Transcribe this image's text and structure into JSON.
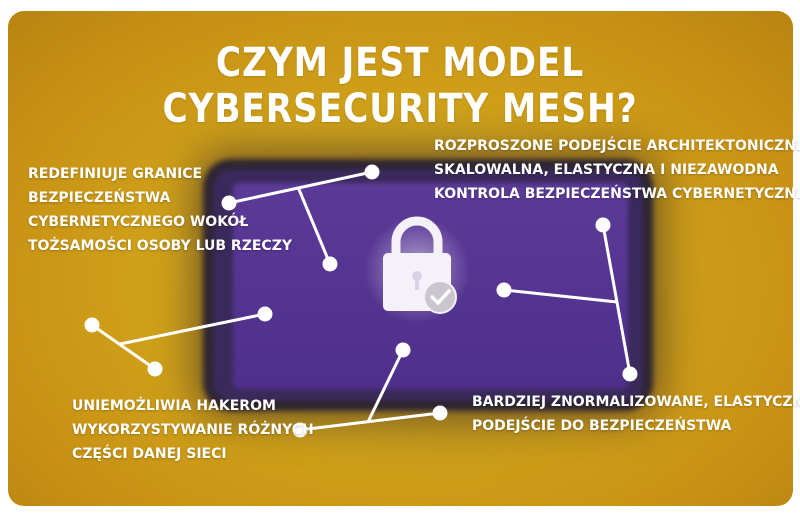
{
  "title": "CZYM JEST MODEL CYBERSECURITY MESH?",
  "labels": {
    "top_left": [
      "REDEFINIUJE GRANICE",
      "BEZPIECZEŃSTWA",
      "CYBERNETYCZNEGO WOKÓŁ",
      "TOŻSAMOŚCI OSOBY LUB RZECZY"
    ],
    "top_right": [
      "ROZPROSZONE PODEJŚCIE ARCHITEKTONICZNE =",
      "SKALOWALNA, ELASTYCZNA I NIEZAWODNA",
      "KONTROLA BEZPIECZEŃSTWA CYBERNETYCZNEGO"
    ],
    "bottom_left": [
      "UNIEMOŻLIWIA HAKEROM",
      "WYKORZYSTYWANIE RÓŻNYCH",
      "CZĘŚCI DANEJ SIECI"
    ],
    "bottom_right": [
      "BARDZIEJ ZNORMALIZOWANE, ELASTYCZNE",
      "PODEJŚCIE DO BEZPIECZEŃSTWA"
    ]
  },
  "colors": {
    "background": "#cfa11a",
    "screen": "#4f2f8c",
    "text": "#ffffff"
  },
  "icons": [
    "padlock-icon",
    "checkmark-badge-icon"
  ]
}
